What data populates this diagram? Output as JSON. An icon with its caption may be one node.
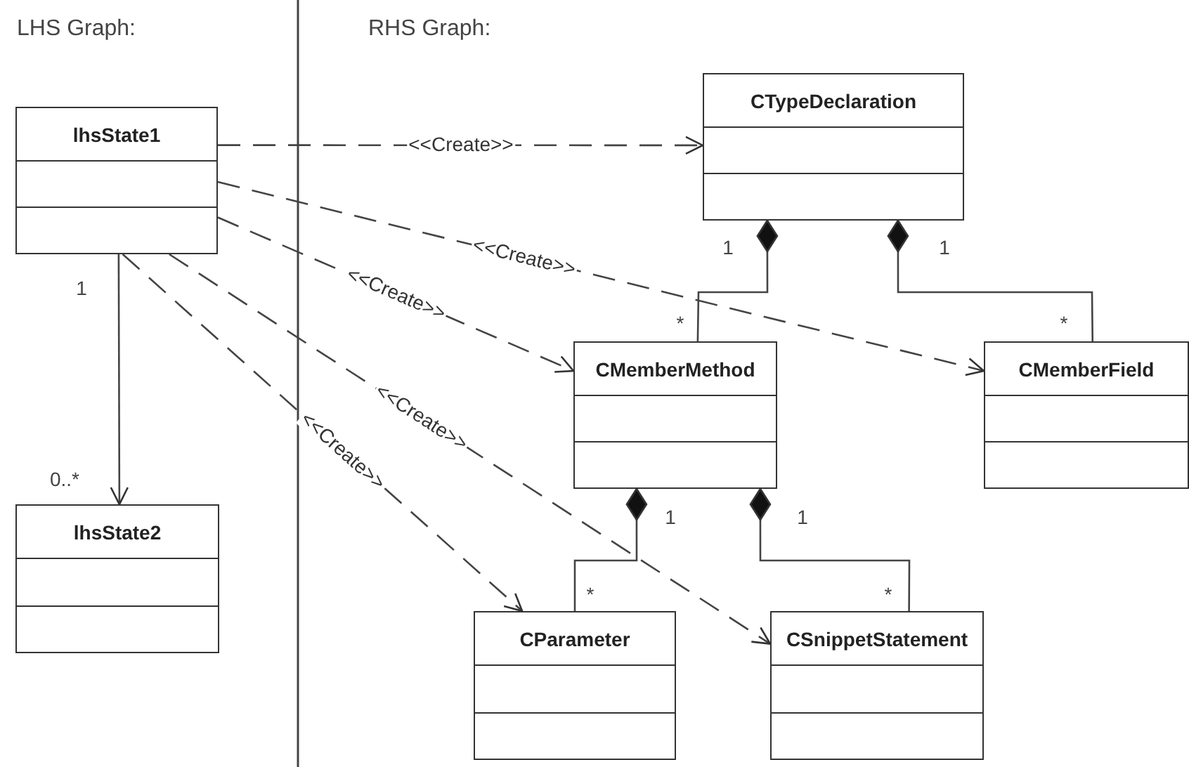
{
  "diagram": {
    "nodes": [
      {
        "text": [
          "lhsState1"
        ]
      },
      {
        "text": [
          "lhsState2"
        ]
      },
      {
        "text": [
          "CTypeDeclaration"
        ]
      },
      {
        "text": [
          "CMemberMethod"
        ]
      },
      {
        "text": [
          "CMemberField"
        ]
      },
      {
        "text": [
          "CParameter"
        ]
      },
      {
        "text": [
          "CSnippetStatement"
        ]
      }
    ],
    "edges": [
      {
        "from": 0,
        "to": 1,
        "arrow": "to"
      },
      {
        "from": 0,
        "to": 2,
        "arrow": "to",
        "style": "dashed",
        "label": "<<Create>>"
      },
      {
        "from": 0,
        "to": 4,
        "arrow": "to",
        "style": "dashed",
        "label": "<<Create>>"
      },
      {
        "from": 0,
        "to": 3,
        "arrow": "to",
        "style": "dashed",
        "label": "<<Create>>"
      },
      {
        "from": 0,
        "to": 6,
        "arrow": "to",
        "style": "dashed",
        "label": "<<Create>>"
      },
      {
        "from": 0,
        "to": 5,
        "arrow": "to",
        "style": "dashed",
        "label": "<<Create>>"
      },
      {
        "from": 2,
        "to": 3,
        "arrow": "other"
      },
      {
        "from": 2,
        "to": 4,
        "arrow": "other"
      },
      {
        "from": 3,
        "to": 5,
        "arrow": "other"
      },
      {
        "from": 3,
        "to": 6,
        "arrow": "other"
      }
    ],
    "labels": [
      "LHS Graph:",
      "RHS Graph:",
      "1",
      "1",
      "1",
      "*",
      "*",
      "0..*",
      "1",
      "1",
      "*",
      "*"
    ]
  }
}
